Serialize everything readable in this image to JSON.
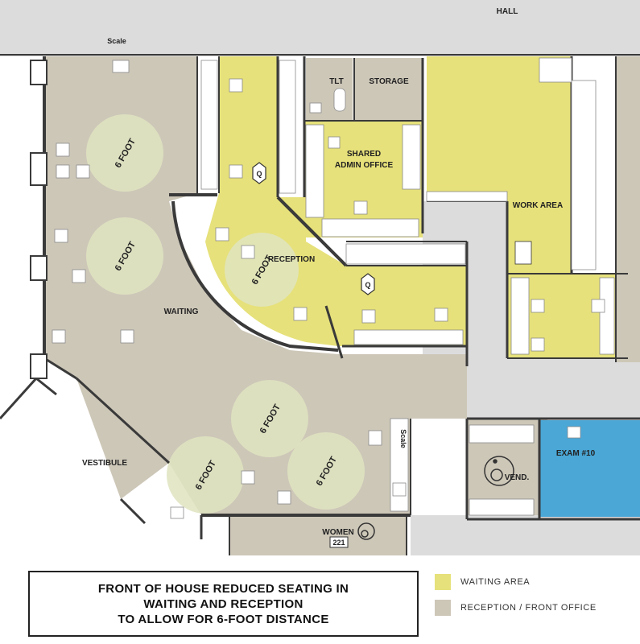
{
  "colors": {
    "waiting_area": "#e6e17a",
    "reception_front_office": "#cdc7b8",
    "exam_room": "#4aa7d6",
    "corridor": "#d9d9d9",
    "distance_circle": "#dfe4bf",
    "wall": "#3a3a3a"
  },
  "plan": {
    "labels": {
      "hall": "HALL",
      "scale_top": "Scale",
      "scale_side": "Scale",
      "tlt": "TLT",
      "storage": "STORAGE",
      "shared_admin_line1": "SHARED",
      "shared_admin_line2": "ADMIN OFFICE",
      "work_area": "WORK AREA",
      "reception": "RECEPTION",
      "waiting": "WAITING",
      "vestibule": "VESTIBULE",
      "exam": "EXAM #10",
      "vend": "VEND.",
      "women": "WOMEN",
      "room_number": "221",
      "queue_marker": "Q",
      "six_foot": "6 FOOT"
    },
    "icons": [
      "wheelchair-accessible-icon",
      "toilet-icon",
      "chair-icon",
      "desk-icon",
      "queue-marker-icon"
    ]
  },
  "caption": {
    "line1": "FRONT OF HOUSE REDUCED SEATING IN",
    "line2": "WAITING AND RECEPTION",
    "line3": "TO ALLOW FOR 6-FOOT DISTANCE"
  },
  "legend": {
    "items": [
      {
        "label": "WAITING AREA",
        "color": "#e6e17a"
      },
      {
        "label": "RECEPTION / FRONT OFFICE",
        "color": "#cdc7b8"
      }
    ]
  }
}
